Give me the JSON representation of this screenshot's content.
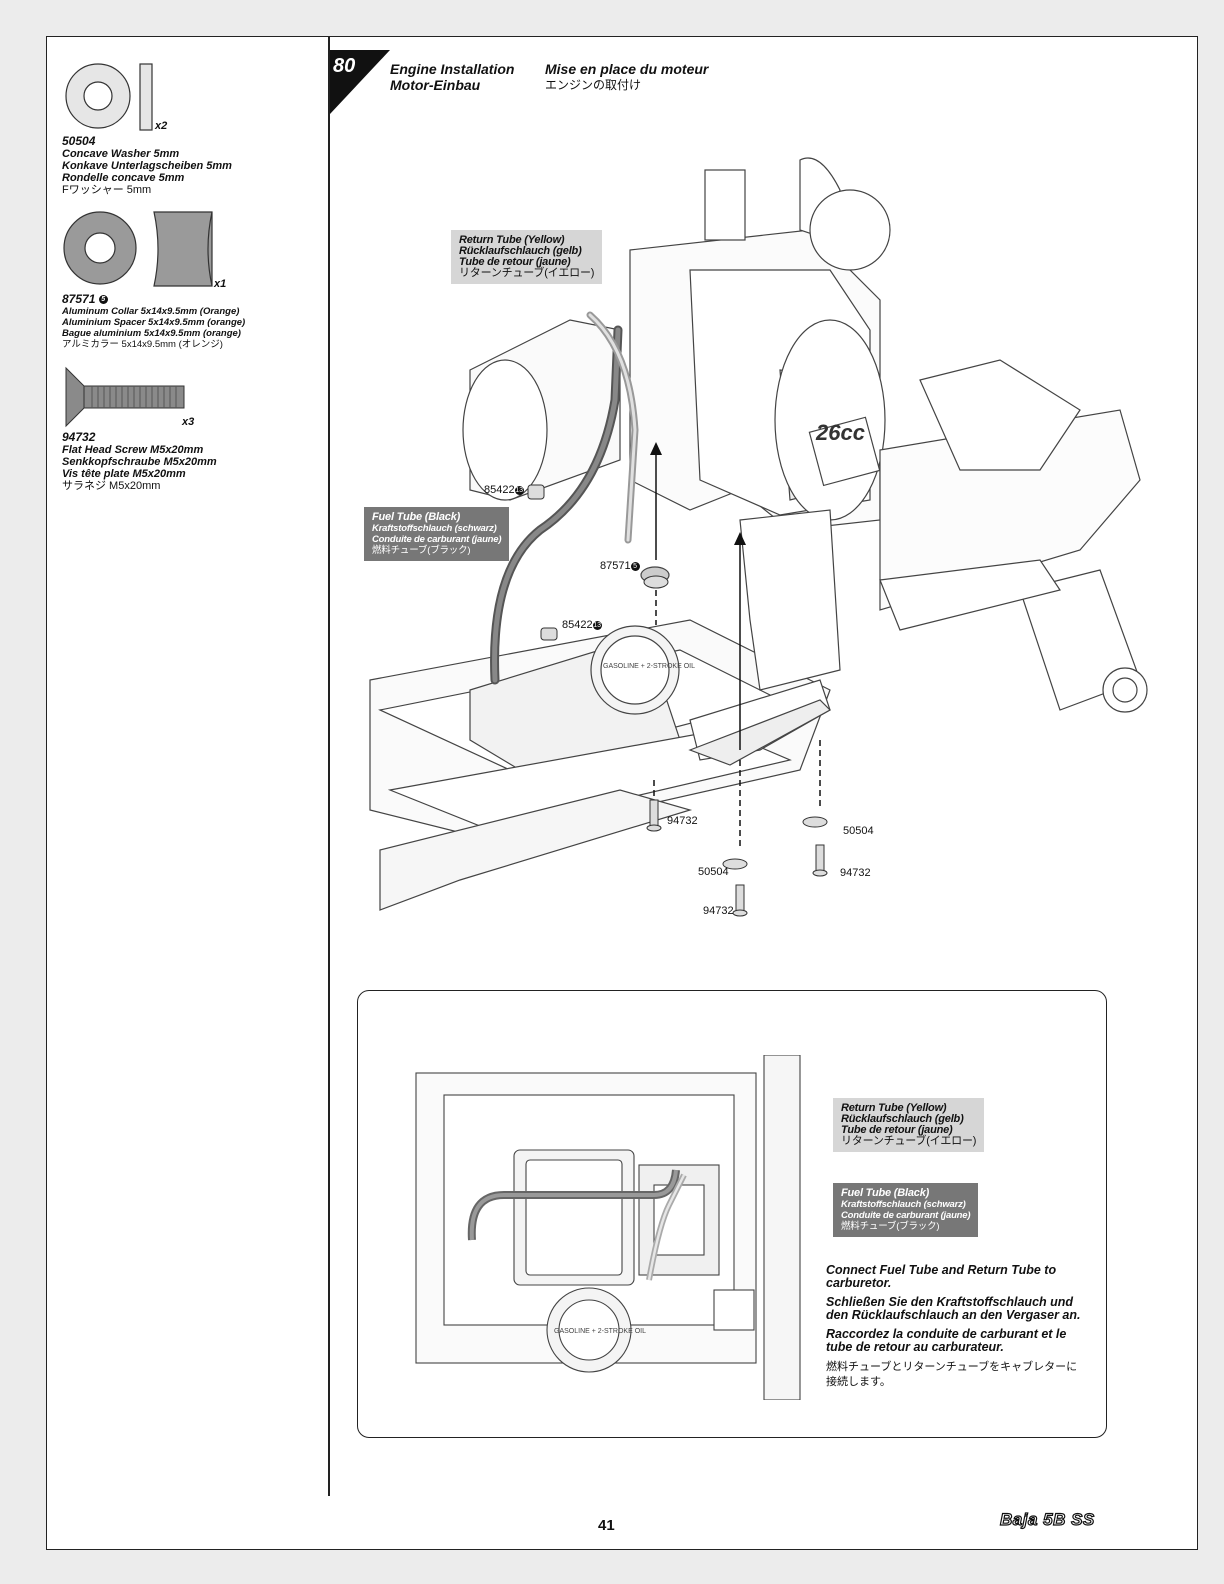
{
  "parts": [
    {
      "number": "50504",
      "qty": "x2",
      "names": [
        "Concave Washer 5mm",
        "Konkave Unterlagscheiben 5mm",
        "Rondelle concave 5mm",
        "Fワッシャー 5mm"
      ]
    },
    {
      "number": "87571",
      "badge": "5",
      "qty": "x1",
      "names": [
        "Aluminum Collar 5x14x9.5mm (Orange)",
        "Aluminium Spacer 5x14x9.5mm (orange)",
        "Bague aluminium 5x14x9.5mm (orange)",
        "アルミカラー 5x14x9.5mm (オレンジ)"
      ]
    },
    {
      "number": "94732",
      "qty": "x3",
      "names": [
        "Flat Head Screw M5x20mm",
        "Senkkopfschraube M5x20mm",
        "Vis tête plate M5x20mm",
        "サラネジ M5x20mm"
      ]
    }
  ],
  "step": {
    "number": "80",
    "title_en": "Engine Installation",
    "title_de": "Motor-Einbau",
    "title_fr": "Mise en place du moteur",
    "title_jp": "エンジンの取付け"
  },
  "callouts": {
    "return_tube": [
      "Return Tube (Yellow)",
      "Rücklaufschlauch (gelb)",
      "Tube de retour (jaune)",
      "リターンチューブ(イエロー)"
    ],
    "fuel_tube": [
      "Fuel Tube (Black)",
      "Kraftstoffschlauch (schwarz)",
      "Conduite de carburant (jaune)",
      "燃料チューブ(ブラック)"
    ]
  },
  "diagram_labels": {
    "clip_a": "85422",
    "clip_b": "85422",
    "clip_badge": "13",
    "spacer": "87571",
    "spacer_badge": "5",
    "screw_left": "94732",
    "washer_right": "50504",
    "screw_right": "94732",
    "washer_center": "50504",
    "screw_center": "94732",
    "engine_badge": "26cc",
    "gas_cap": "GASOLINE + 2-STROKE OIL"
  },
  "instructions": [
    "Connect Fuel Tube and Return Tube to carburetor.",
    "Schließen Sie den Kraftstoffschlauch und den Rücklaufschlauch an den Vergaser an.",
    "Raccordez la conduite de carburant et le tube de retour au carburateur.",
    "燃料チューブとリターンチューブをキャブレターに接続します。"
  ],
  "page_number": "41",
  "brand": "Baja 5B SS"
}
